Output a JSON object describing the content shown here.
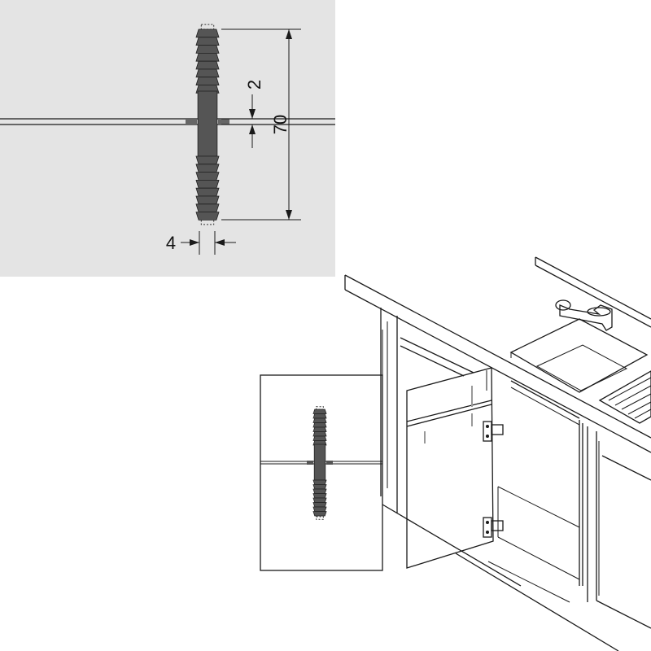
{
  "colors": {
    "detail_panel": "#e4e4e4",
    "connector_dark": "#555555",
    "connector_light": "#777777",
    "door_fill": "#e6e6e6",
    "line": "#1a1a1a"
  },
  "dimensions": {
    "height_label": "70",
    "gap_label": "2",
    "width_label": "4"
  }
}
